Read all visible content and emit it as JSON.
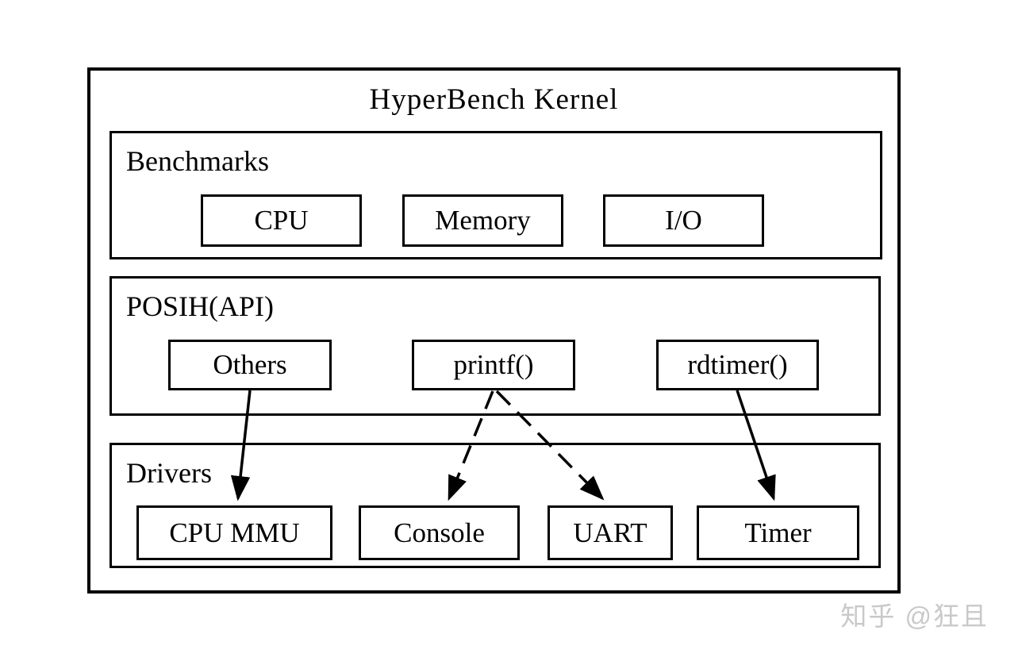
{
  "diagram": {
    "title": "HyperBench Kernel",
    "sections": [
      {
        "id": "benchmarks",
        "label": "Benchmarks",
        "boxes": [
          "CPU",
          "Memory",
          "I/O"
        ]
      },
      {
        "id": "posih-api",
        "label": "POSIH(API)",
        "boxes": [
          "Others",
          "printf()",
          "rdtimer()"
        ]
      },
      {
        "id": "drivers",
        "label": "Drivers",
        "boxes": [
          "CPU MMU",
          "Console",
          "UART",
          "Timer"
        ]
      }
    ],
    "arrows": [
      {
        "from": "Others",
        "to": "CPU MMU",
        "style": "solid"
      },
      {
        "from": "printf()",
        "to": "Console",
        "style": "dashed"
      },
      {
        "from": "printf()",
        "to": "UART",
        "style": "dashed"
      },
      {
        "from": "rdtimer()",
        "to": "Timer",
        "style": "solid"
      }
    ],
    "colors": {
      "stroke": "#000000",
      "background": "#ffffff",
      "watermark": "#c9c9c9"
    }
  },
  "watermark": {
    "text": "知乎 @狂且"
  }
}
